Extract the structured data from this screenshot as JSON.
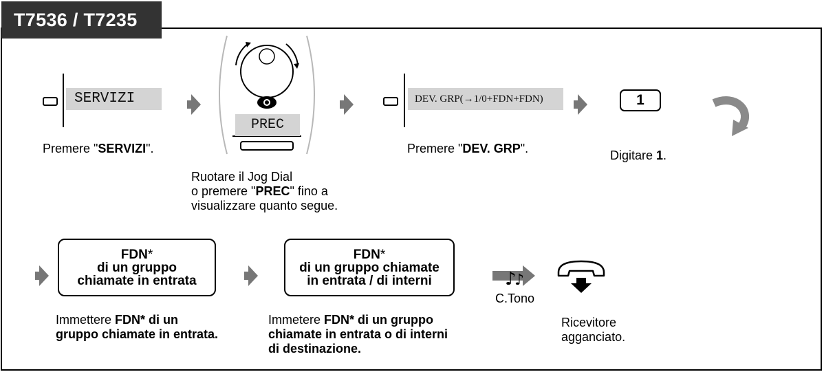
{
  "header": {
    "model_tag": "T7536 / T7235"
  },
  "step1": {
    "display": "SERVIZI",
    "caption_pre": "Premere \"",
    "caption_bold": "SERVIZI",
    "caption_post": "\"."
  },
  "step2": {
    "button_label": "PREC",
    "line1": "Ruotare il Jog Dial",
    "line2_pre": "o premere \"",
    "line2_bold": "PREC",
    "line2_post": "\" fino a",
    "line3": "visualizzare quanto segue."
  },
  "step3": {
    "display": "DEV. GRP(→1/0+FDN+FDN)",
    "caption_pre": "Premere \"",
    "caption_bold": "DEV. GRP",
    "caption_post": "\"."
  },
  "step4": {
    "key": "1",
    "caption_pre": "Digitare ",
    "caption_bold": "1",
    "caption_post": "."
  },
  "step5": {
    "box_title": "FDN",
    "box_star": "*",
    "box_line2": "di un gruppo",
    "box_line3": "chiamate in entrata",
    "caption_pre": "Immettere ",
    "caption_bold1": "FDN* di un",
    "caption_line2": "gruppo chiamate in entrata."
  },
  "step6": {
    "box_title": "FDN",
    "box_star": "*",
    "box_line2": "di un gruppo chiamate",
    "box_line3": "in entrata / di interni",
    "caption_pre": "Immetere ",
    "caption_bold1": "FDN* di un gruppo",
    "caption_line2": "chiamate in entrata o di interni",
    "caption_line3": "di destinazione."
  },
  "step7": {
    "tone_label": "C.Tono"
  },
  "step8": {
    "line1": "Ricevitore",
    "line2": "agganciato."
  },
  "colors": {
    "tag_bg": "#333333",
    "lcd_bg": "#d4d4d4",
    "arrow": "#777777",
    "curve_arrow": "#8a8a8a"
  }
}
